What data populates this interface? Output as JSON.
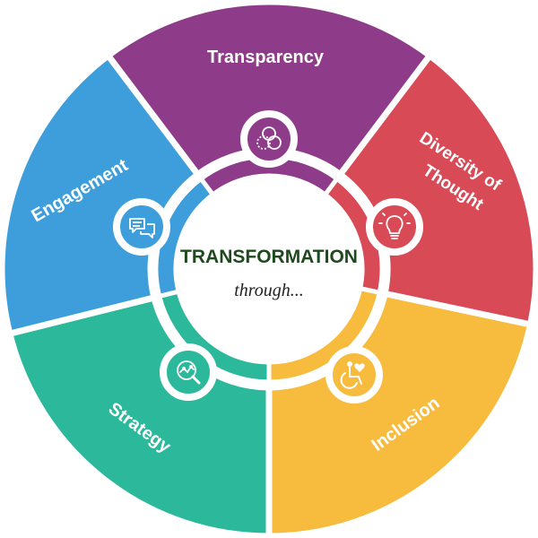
{
  "diagram": {
    "center": {
      "title": "TRANSFORMATION",
      "subtitle": "through..."
    },
    "segments": [
      {
        "key": "transparency",
        "label": "Transparency",
        "color": "#8e3b8a",
        "icon": "venn-circles-icon"
      },
      {
        "key": "diversity",
        "label_lines": [
          "Diversity of",
          "Thought"
        ],
        "color": "#d84a56",
        "icon": "lightbulb-icon"
      },
      {
        "key": "inclusion",
        "label": "Inclusion",
        "color": "#f7bb3d",
        "icon": "wheelchair-icon"
      },
      {
        "key": "strategy",
        "label": "Strategy",
        "color": "#2bb89b",
        "icon": "magnifier-chart-icon"
      },
      {
        "key": "engagement",
        "label": "Engagement",
        "color": "#3d9edb",
        "icon": "chat-bubbles-icon"
      }
    ]
  }
}
